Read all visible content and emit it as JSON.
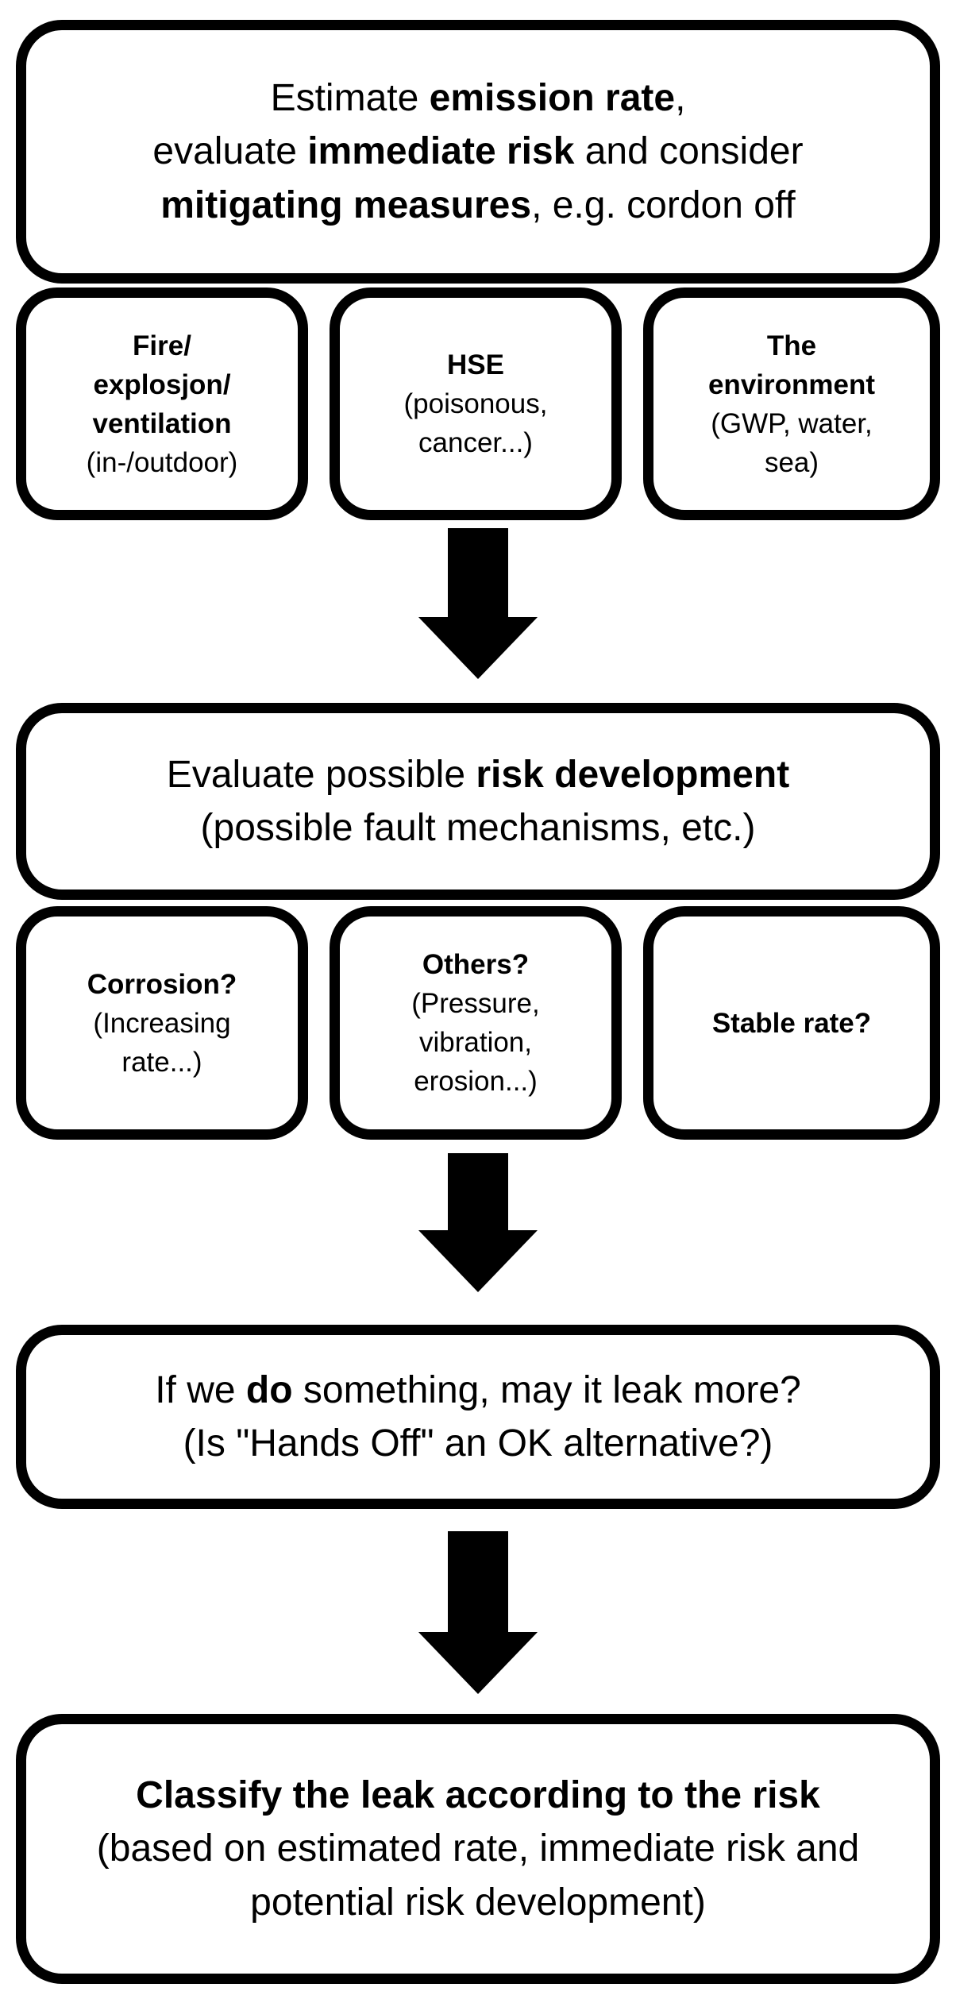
{
  "colors": {
    "line": "#000000",
    "text": "#000000",
    "background": "#ffffff",
    "arrow": "#000000"
  },
  "icons": {
    "flow_arrow": "down-arrow-icon"
  },
  "steps": {
    "step1": {
      "lines": [
        {
          "pre": "Estimate ",
          "bold": "emission rate",
          "post": ","
        },
        {
          "pre": "evaluate ",
          "bold": "immediate risk",
          "post": " and consider"
        },
        {
          "pre": "",
          "bold": "mitigating measures",
          "post": ", e.g. cordon off"
        }
      ],
      "factors": [
        {
          "title": "Fire/\nexplosjon/\nventilation",
          "detail": "(in-/outdoor)"
        },
        {
          "title": "HSE",
          "detail": "(poisonous,\ncancer...)"
        },
        {
          "title": "The\nenvironment",
          "detail": "(GWP, water,\nsea)"
        }
      ]
    },
    "step2": {
      "lines": [
        {
          "pre": "Evaluate possible ",
          "bold": "risk development",
          "post": ""
        },
        {
          "pre": "(possible fault mechanisms, etc.)",
          "bold": "",
          "post": ""
        }
      ],
      "factors": [
        {
          "title": "Corrosion?",
          "detail": "(Increasing\nrate...)"
        },
        {
          "title": "Others?",
          "detail": "(Pressure,\nvibration,\nerosion...)"
        },
        {
          "title": "Stable rate?",
          "detail": ""
        }
      ]
    },
    "step3": {
      "lines": [
        {
          "pre": "If we ",
          "bold": "do",
          "post": " something, may it leak more?"
        },
        {
          "pre": "(Is \"Hands Off\" an OK alternative?)",
          "bold": "",
          "post": ""
        }
      ]
    },
    "step4": {
      "lines": [
        {
          "pre": "",
          "bold": "Classify the leak according to the risk",
          "post": ""
        },
        {
          "pre": "(based on estimated rate, immediate risk and",
          "bold": "",
          "post": ""
        },
        {
          "pre": "potential risk development)",
          "bold": "",
          "post": ""
        }
      ]
    }
  }
}
